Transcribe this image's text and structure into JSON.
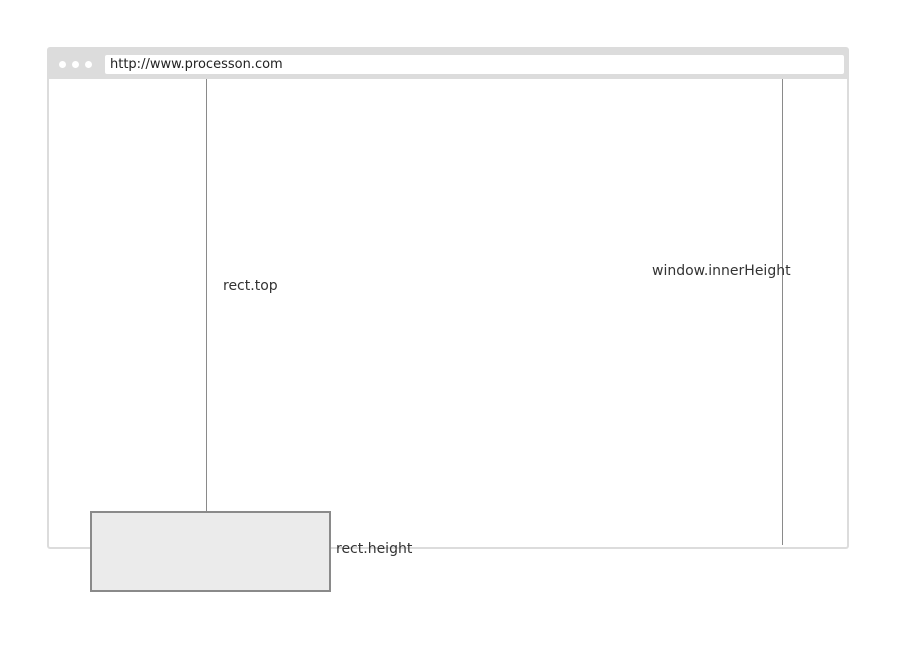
{
  "browser": {
    "url": "http://www.processon.com",
    "window_dot_count": 3
  },
  "annotations": {
    "rect_top": "rect.top",
    "window_inner_height": "window.innerHeight",
    "rect_height": "rect.height"
  },
  "colors": {
    "window_border": "#dcdcdc",
    "measure_line": "#8a8a8a",
    "element_fill": "#ebebeb",
    "element_border": "#8a8a8a",
    "text": "#333333"
  }
}
